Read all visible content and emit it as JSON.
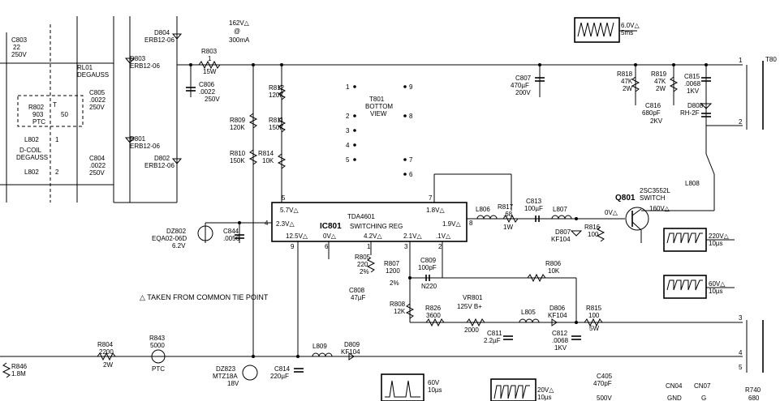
{
  "components": {
    "C803": [
      "C803",
      "22",
      "250V"
    ],
    "RL01": [
      "RL01",
      "DEGAUSS"
    ],
    "R802": [
      "R802",
      "903",
      "PTC"
    ],
    "R802_T": "T",
    "R802_50": "50",
    "L802a": "L802",
    "pin1": "1",
    "DCOIL": [
      "D-COIL",
      "DEGAUSS"
    ],
    "L802b": "L802",
    "pin2": "2",
    "C805": [
      "C805",
      ".0022",
      "250V"
    ],
    "C804": [
      "C804",
      ".0022",
      "250V"
    ],
    "D804": [
      "D804",
      "ERB12-06"
    ],
    "D803": [
      "D803",
      "ERB12-06"
    ],
    "D801": [
      "D801",
      "ERB12-06"
    ],
    "D802": [
      "D802",
      "ERB12-06"
    ],
    "V162": [
      "162V△",
      "@",
      "300mA"
    ],
    "R803": [
      "R803",
      "1",
      "15W"
    ],
    "C806": [
      "C806",
      ".0022",
      "250V"
    ],
    "R812": [
      "R812",
      "120K"
    ],
    "R809": [
      "R809",
      "120K"
    ],
    "R811": [
      "R811",
      "150K"
    ],
    "R810": [
      "R810",
      "150K"
    ],
    "R814": [
      "R814",
      "10K"
    ],
    "T801": [
      "T801",
      "BOTTOM",
      "VIEW"
    ],
    "tpins": [
      "1",
      "9",
      "2",
      "8",
      "3",
      "4",
      "5",
      "7",
      "6"
    ],
    "C807": [
      "C807",
      "470µF",
      "200V"
    ],
    "scope1": [
      "6.0V△",
      "5ms"
    ],
    "R818": [
      "R818",
      "47K",
      "2W"
    ],
    "R819": [
      "R819",
      "47K",
      "2W"
    ],
    "C815": [
      "C815",
      ".0068",
      "1KV"
    ],
    "C816": [
      "C816",
      "680pF",
      "2KV"
    ],
    "D808": [
      "D808",
      "RH-2F"
    ],
    "T80": "T80",
    "tr1": "1",
    "tr2": "2",
    "tr3": "3",
    "tr4": "4",
    "tr5": "5",
    "L808": "L808",
    "Q801": [
      "2SC3552L",
      "Q801",
      "SWITCH"
    ],
    "V160": "160V△",
    "V0": "0V△",
    "IC801": [
      "TDA4601",
      "IC801",
      "SWITCHING REG"
    ],
    "ic": {
      "v57": "5.7V△",
      "v23": "2.3V△",
      "v18": "1.8V△",
      "v19": "1.9V△",
      "v125": "12.5V△",
      "v0": "0V△",
      "v42": "4.2V△",
      "v21": "2.1V△",
      "v1": ".1V△",
      "p5": "5",
      "p7": "7",
      "p4": "4",
      "p8": "8",
      "p9": "9",
      "p6": "6",
      "p1": "1",
      "p3": "3",
      "p2": "2"
    },
    "L806": "L806",
    "R817": [
      "R817",
      ".68",
      "1W"
    ],
    "C813": [
      "C813",
      "100µF"
    ],
    "L807": "L807",
    "D807": [
      "D807",
      "KF104"
    ],
    "R816": [
      "R816",
      "100"
    ],
    "scope220": [
      "220V△",
      "10µs"
    ],
    "scope60": [
      "60V△",
      "10µs"
    ],
    "DZ802": [
      "DZ802",
      "EQA02-06D",
      "6.2V"
    ],
    "C844": [
      "C844",
      ".0056"
    ],
    "R805": [
      "R805",
      "220",
      "2%"
    ],
    "R807": [
      "R807",
      "1200",
      "2%"
    ],
    "C809": [
      "C809",
      "100pF"
    ],
    "N220": "N220",
    "R806": [
      "R806",
      "10K"
    ],
    "C808": [
      "C808",
      "47µF"
    ],
    "R808": [
      "R808",
      "12K"
    ],
    "R826": [
      "R826",
      "3600"
    ],
    "VR801": [
      "VR801",
      "125V  B+"
    ],
    "v2000": "2000",
    "L805": "L805",
    "D806": [
      "D806",
      "KF104"
    ],
    "R815": [
      "R815",
      "100",
      "5W"
    ],
    "C811": [
      "C811",
      "2.2µF"
    ],
    "C812": [
      "C812",
      ".0068",
      "1KV"
    ],
    "note": "△ TAKEN FROM COMMON TIE POINT",
    "R846": [
      "R846",
      "1.8M"
    ],
    "R804": [
      "R804",
      "2200",
      "2W"
    ],
    "R843": [
      "R843",
      "5000",
      "PTC"
    ],
    "DZ823": [
      "DZ823",
      "MTZ18A",
      "18V"
    ],
    "C814": [
      "C814",
      "220µF"
    ],
    "L809": "L809",
    "D809": [
      "D809",
      "KF104"
    ],
    "scope60b": [
      "60V",
      "10µs"
    ],
    "scope20": [
      "20V△",
      "10µs"
    ],
    "C405": [
      "C405",
      "470pF",
      "500V"
    ],
    "CN04": [
      "CN04",
      "GND"
    ],
    "CN07": [
      "CN07",
      "G"
    ],
    "R740": [
      "R740",
      "680"
    ]
  }
}
